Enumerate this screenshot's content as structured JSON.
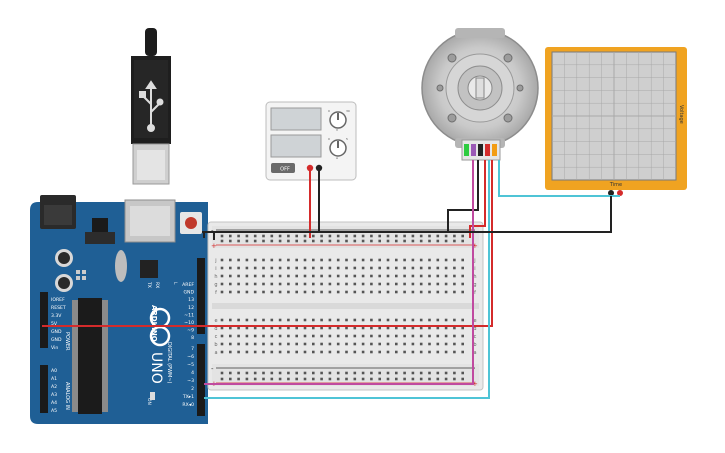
{
  "arduino": {
    "brand": "ARDUINO",
    "model": "UNO",
    "reset_label": "RESET",
    "digital_label": "DIGITAL (PWM~)",
    "power_label": "POWER",
    "analog_label": "ANALOG IN",
    "on_label": "ON",
    "tx_label": "TX",
    "rx_label": "RX",
    "led_l_label": "L",
    "left_pins": [
      "IOREF",
      "RESET",
      "3.3V",
      "5V",
      "GND",
      "GND",
      "Vin"
    ],
    "analog_pins": [
      "A0",
      "A1",
      "A2",
      "A3",
      "A4",
      "A5"
    ],
    "right_pins_top": [
      "AREF",
      "GND",
      "13",
      "12",
      "~11",
      "~10",
      "~9",
      "8"
    ],
    "right_pins_bottom": [
      "7",
      "~6",
      "~5",
      "4",
      "~3",
      "2",
      "TX▸1",
      "RX◂0"
    ]
  },
  "power_supply": {
    "button_label": "OFF",
    "knob1_labels": [
      "0",
      "V",
      "30"
    ],
    "knob2_labels": [
      "0",
      "A",
      "5"
    ]
  },
  "oscilloscope": {
    "time_label": "Time",
    "voltage_label": "Voltage"
  },
  "breadboard": {
    "plus": "+",
    "minus": "-",
    "row_letters_top": [
      "j",
      "i",
      "h",
      "g",
      "f"
    ],
    "row_letters_bottom": [
      "e",
      "d",
      "c",
      "b",
      "a"
    ],
    "columns": 30
  },
  "colors": {
    "arduino_blue": "#1f5f95",
    "wire_red": "#d42b2b",
    "wire_black": "#222222",
    "wire_cyan": "#4fc4d6",
    "wire_purple": "#c04aa0",
    "scope_frame": "#f0a321",
    "breadboard": "#e9e9e9"
  }
}
